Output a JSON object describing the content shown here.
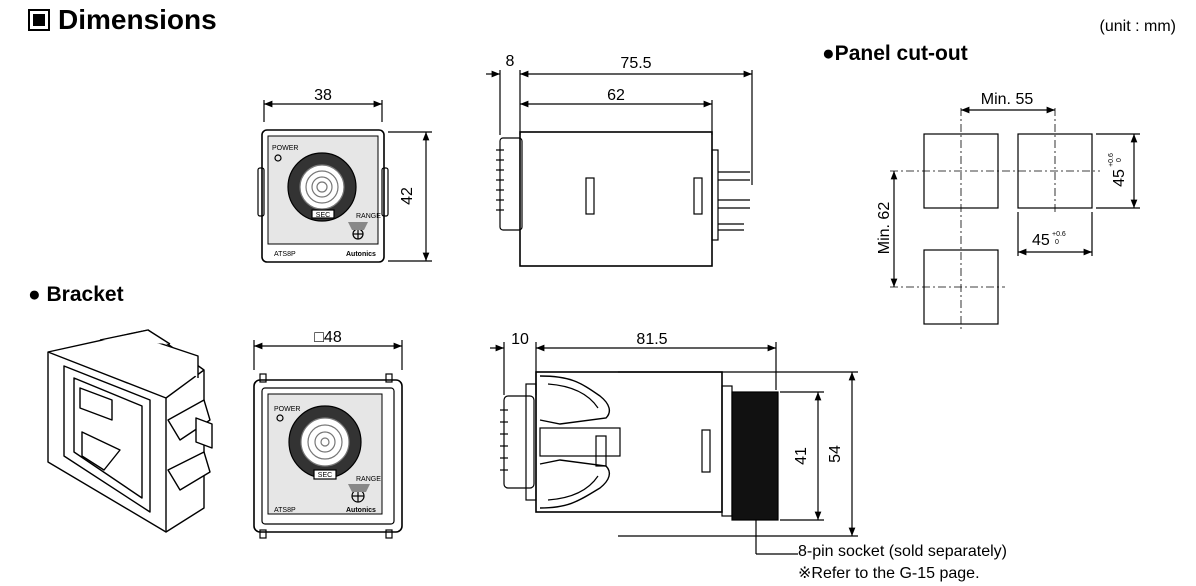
{
  "header": {
    "title": "Dimensions",
    "unit": "(unit : mm)"
  },
  "panel_cutout": {
    "title": "●Panel cut-out",
    "min_width": "Min. 55",
    "min_height": "Min. 62",
    "hole_w": "45",
    "hole_h": "45",
    "tol_plus": "+0.6",
    "tol_zero": "0"
  },
  "bracket": {
    "title": "● Bracket"
  },
  "front_top": {
    "width": "38",
    "height": "42",
    "power_label": "POWER",
    "sec_label": "SEC",
    "range_label": "RANGE",
    "model": "ATS8P",
    "brand": "Autonics"
  },
  "side_top": {
    "dim_8": "8",
    "dim_75_5": "75.5",
    "dim_62": "62"
  },
  "front_bottom": {
    "width": "□48",
    "power_label": "POWER",
    "sec_label": "SEC",
    "range_label": "RANGE",
    "model": "ATS8P",
    "brand": "Autonics"
  },
  "side_bottom": {
    "dim_10": "10",
    "dim_81_5": "81.5",
    "dim_41": "41",
    "dim_54": "54",
    "socket_note": "8-pin socket (sold separately)",
    "refer_note": "※Refer to the G-15 page."
  }
}
